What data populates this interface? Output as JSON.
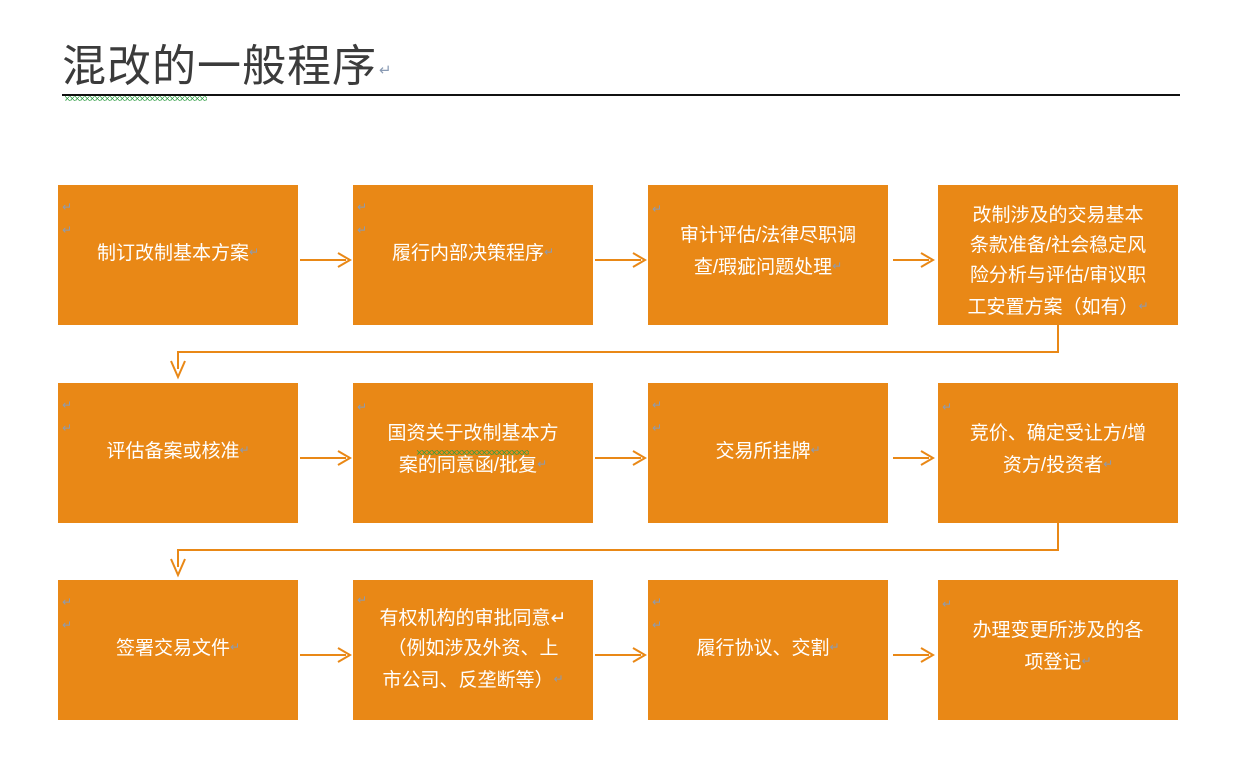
{
  "title": {
    "text": "混改的一般程序",
    "paragraph_mark": "↵",
    "spellcheck_underline": true
  },
  "colors": {
    "box_fill": "#E98816",
    "box_text": "#FFFFFF",
    "arrow": "#E98816",
    "title_text": "#3B3B3B",
    "title_rule": "#111111",
    "spellcheck": "#2F9E44",
    "mark": "#8A9BB4"
  },
  "flow": {
    "type": "process-flowchart",
    "rows": [
      {
        "row_index": 1,
        "boxes": [
          {
            "id": "step-1",
            "text": "制订改制基本方案",
            "paragraph_mark": "↵",
            "lines": 1,
            "spellcheck_underline": false
          },
          {
            "id": "step-2",
            "text": "履行内部决策程序",
            "paragraph_mark": "↵",
            "lines": 1,
            "spellcheck_underline": false
          },
          {
            "id": "step-3",
            "text": "审计评估/法律尽职调\n查/瑕疵问题处理",
            "paragraph_mark": "↵",
            "lines": 2,
            "spellcheck_underline": false
          },
          {
            "id": "step-4",
            "text": "改制涉及的交易基本\n条款准备/社会稳定风\n险分析与评估/审议职\n工安置方案（如有）",
            "paragraph_mark": "↵",
            "lines": 4,
            "spellcheck_underline": false
          }
        ]
      },
      {
        "row_index": 2,
        "boxes": [
          {
            "id": "step-5",
            "text": "评估备案或核准",
            "paragraph_mark": "↵",
            "lines": 1,
            "spellcheck_underline": false
          },
          {
            "id": "step-6",
            "text": "国资关于改制基本方\n案的同意函/批复",
            "paragraph_mark": "↵",
            "lines": 2,
            "spellcheck_underline": true
          },
          {
            "id": "step-7",
            "text": "交易所挂牌",
            "paragraph_mark": "↵",
            "lines": 1,
            "spellcheck_underline": false
          },
          {
            "id": "step-8",
            "text": "竞价、确定受让方/增\n资方/投资者",
            "paragraph_mark": "↵",
            "lines": 2,
            "spellcheck_underline": false
          }
        ]
      },
      {
        "row_index": 3,
        "boxes": [
          {
            "id": "step-9",
            "text": "签署交易文件",
            "paragraph_mark": "↵",
            "lines": 1,
            "spellcheck_underline": false
          },
          {
            "id": "step-10",
            "text": "有权机构的审批同意↵\n（例如涉及外资、上\n市公司、反垄断等）",
            "paragraph_mark": "↵",
            "lines": 3,
            "spellcheck_underline": false
          },
          {
            "id": "step-11",
            "text": "履行协议、交割",
            "paragraph_mark": "↵",
            "lines": 1,
            "spellcheck_underline": false
          },
          {
            "id": "step-12",
            "text": "办理变更所涉及的各\n项登记",
            "paragraph_mark": "↵",
            "lines": 2,
            "spellcheck_underline": false
          }
        ]
      }
    ],
    "connectors": {
      "horizontal_label": "arrow-right",
      "wrap_label": "arrow-wrap-down-left"
    }
  }
}
